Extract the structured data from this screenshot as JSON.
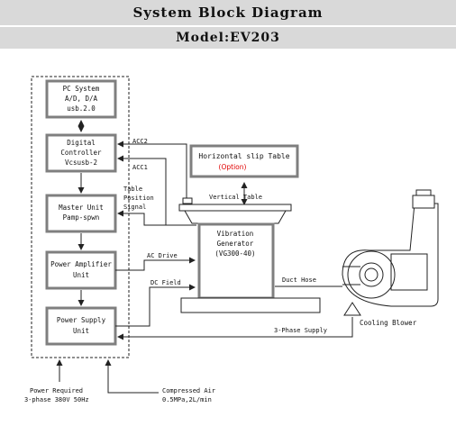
{
  "header": {
    "title": "System Block Diagram",
    "model": "Model:EV203"
  },
  "blocks": {
    "pc_system": [
      "PC System",
      "A/D, D/A",
      "usb.2.0"
    ],
    "digital_controller": [
      "Digital",
      "Controller",
      "Vcsusb-2"
    ],
    "master_unit": [
      "Master Unit",
      "Pamp-spwn"
    ],
    "power_amplifier": [
      "Power Amplifier",
      "Unit"
    ],
    "power_supply": [
      "Power Supply",
      "Unit"
    ],
    "vibration_generator": [
      "Vibration",
      "Generator",
      "(VG300-40)"
    ],
    "horizontal_slip_table": "Horizontal slip Table",
    "option": "(Option)"
  },
  "labels": {
    "acc2": "ACC2",
    "acc1": "ACC1",
    "table_position_signal": [
      "Table",
      "Position",
      "Signal"
    ],
    "vertical_table": "Vertical Table",
    "ac_drive": "AC Drive",
    "dc_field": "DC Field",
    "duct_hose": "Duct Hose",
    "three_phase_supply": "3-Phase Supply",
    "cooling_blower": "Cooling Blower",
    "power_required": [
      "Power Required",
      "3-phase 380V 50Hz"
    ],
    "compressed_air": [
      "Compressed Air",
      "0.5MPa,2L/min"
    ]
  },
  "colors": {
    "header_bg": "#d9d9d9",
    "block_border": "#7f7f7f",
    "line": "#222222",
    "option_text": "#e00000"
  }
}
